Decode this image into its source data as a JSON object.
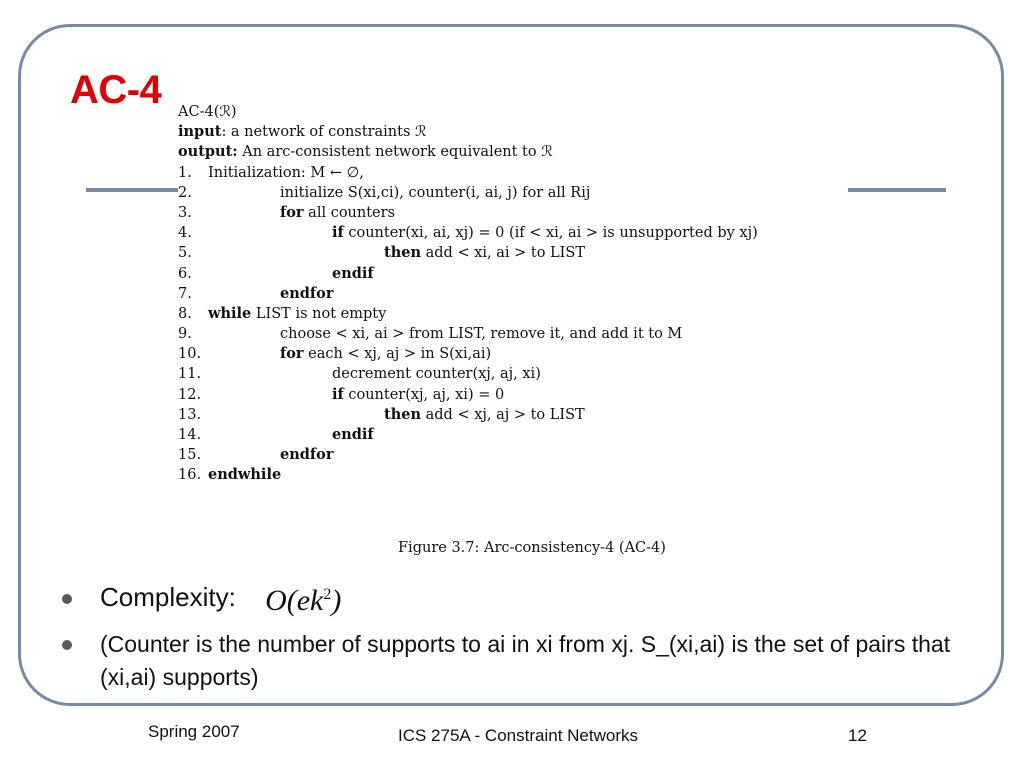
{
  "slide": {
    "title": "AC-4"
  },
  "algorithm": {
    "header": "AC-4(ℛ)",
    "input_label": "input",
    "input_text": ": a network of constraints ℛ",
    "output_label": "output:",
    "output_text": " An arc-consistent network equivalent to ℛ",
    "lines": [
      {
        "num": "1.",
        "kw": "",
        "text": "Initialization: M ← ∅,"
      },
      {
        "num": "2.",
        "kw": "",
        "text": "initialize S(xi,ci), counter(i, ai, j) for all Rij"
      },
      {
        "num": "3.",
        "kw": "for",
        "text": " all counters"
      },
      {
        "num": "4.",
        "kw": "if",
        "text": " counter(xi, ai, xj) = 0 (if < xi, ai > is unsupported by xj)"
      },
      {
        "num": "5.",
        "kw": "then",
        "text": " add < xi, ai > to LIST"
      },
      {
        "num": "6.",
        "kw": "endif",
        "text": ""
      },
      {
        "num": "7.",
        "kw": "endfor",
        "text": ""
      },
      {
        "num": "8.",
        "kw": "while",
        "text": " LIST is not empty"
      },
      {
        "num": "9.",
        "kw": "",
        "text": "choose < xi, ai > from LIST, remove it, and add it to M"
      },
      {
        "num": "10.",
        "kw": "for",
        "text": " each < xj, aj > in S(xi,ai)"
      },
      {
        "num": "11.",
        "kw": "",
        "text": "decrement counter(xj, aj, xi)"
      },
      {
        "num": "12.",
        "kw": "if",
        "text": " counter(xj, aj, xi) = 0"
      },
      {
        "num": "13.",
        "kw": "then",
        "text": " add < xj, aj > to LIST"
      },
      {
        "num": "14.",
        "kw": "endif",
        "text": ""
      },
      {
        "num": "15.",
        "kw": "endfor",
        "text": ""
      },
      {
        "num": "16.",
        "kw": "endwhile",
        "text": ""
      }
    ],
    "caption": "Figure 3.7: Arc-consistency-4 (AC-4)"
  },
  "bullets": {
    "complexity_label": "Complexity:",
    "complexity_formula": "O(ek",
    "complexity_exp": "2",
    "complexity_close": ")",
    "note": "(Counter is the number of supports to ai in xi from xj. S_(xi,ai) is the set of pairs that (xi,ai) supports)"
  },
  "footer": {
    "left": "Spring 2007",
    "center": "ICS 275A - Constraint Networks",
    "right": "12"
  }
}
